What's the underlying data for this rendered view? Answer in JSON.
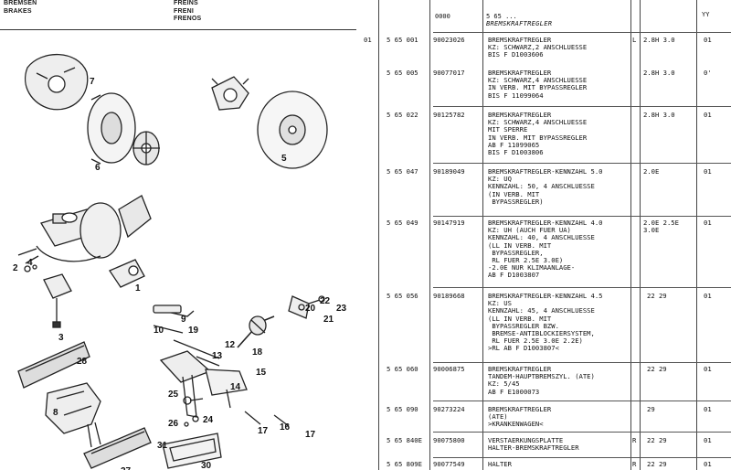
{
  "header": {
    "left": [
      "BREMSEN",
      "BRAKES"
    ],
    "right": [
      "FREINS",
      "FRENI",
      "FRENOS"
    ]
  },
  "callouts": [
    "7",
    "6",
    "5",
    "2",
    "4",
    "1",
    "3",
    "9",
    "10",
    "19",
    "12",
    "13",
    "18",
    "20",
    "22",
    "21",
    "23",
    "28",
    "15",
    "14",
    "25",
    "24",
    "26",
    "17",
    "16",
    "17",
    "8",
    "31",
    "30",
    "27"
  ],
  "table": {
    "header": {
      "code": "0000",
      "group": "5 65 ...",
      "title": "BREMSKRAFTREGLER",
      "yy": "YY"
    },
    "rows": [
      {
        "pos": "01",
        "ref": "5 65 001",
        "part": "90023026",
        "desc": "BREMSKRAFTREGLER\nKZ: SCHWARZ,2 ANSCHLUESSE\nBIS F D1003606",
        "flag": "L",
        "models": "2.8H 3.0",
        "qty": "01"
      },
      {
        "pos": "",
        "ref": "5 65 005",
        "part": "90077017",
        "desc": "BREMSKRAFTREGLER\nKZ: SCHWARZ,4 ANSCHLUESSE\nIN VERB. MIT BYPASSREGLER\nBIS F 11099064",
        "flag": "",
        "models": "2.8H 3.0",
        "qty": "0'"
      },
      {
        "pos": "",
        "ref": "5 65 022",
        "part": "90125782",
        "desc": "BREMSKRAFTREGLER\nKZ: SCHWARZ,4 ANSCHLUESSE\nMIT SPERRE\nIN VERB. MIT BYPASSREGLER\nAB F 11099065\nBIS F D1003806",
        "flag": "",
        "models": "2.8H 3.0",
        "qty": "01"
      },
      {
        "pos": "",
        "ref": "5 65 047",
        "part": "90189049",
        "desc": "BREMSKRAFTREGLER-KENNZAHL 5.0\nKZ: UQ\nKENNZAHL: 50, 4 ANSCHLUESSE\n(IN VERB. MIT\n BYPASSREGLER)",
        "flag": "",
        "models": "2.0E",
        "qty": "01"
      },
      {
        "pos": "",
        "ref": "5 65 049",
        "part": "90147919",
        "desc": "BREMSKRAFTREGLER-KENNZAHL 4.0\nKZ: UH (AUCH FUER UA)\nKENNZAHL: 40, 4 ANSCHLUESSE\n(LL IN VERB. MIT\n BYPASSREGLER,\n RL FUER 2.5E 3.0E)\n-2.0E NUR KLIMAANLAGE-\nAB F D1003807",
        "flag": "",
        "models": "2.0E 2.5E\n3.0E",
        "qty": "01"
      },
      {
        "pos": "",
        "ref": "5 65 056",
        "part": "90189668",
        "desc": "BREMSKRAFTREGLER-KENNZAHL 4.5\nKZ: US\nKENNZAHL: 45, 4 ANSCHLUESSE\n(LL IN VERB. MIT\n BYPASSREGLER BZW.\n BREMSE-ANTIBLOCKIERSYSTEM,\n RL FUER 2.5E 3.0E 2.2E)\n>RL AB F D1003807<",
        "flag": "",
        "models": "22 29",
        "qty": "01"
      },
      {
        "pos": "",
        "ref": "5 65 060",
        "part": "90006875",
        "desc": "BREMSKRAFTREGLER\nTANDEM-HAUPTBREMSZYL. (ATE)\nKZ: 5/45\nAB F E1000073",
        "flag": "",
        "models": "22 29",
        "qty": "01"
      },
      {
        "pos": "",
        "ref": "5 65 090",
        "part": "90273224",
        "desc": "BREMSKRAFTREGLER\n(ATE)\n>KRANKENWAGEN<",
        "flag": "",
        "models": "29",
        "qty": "01"
      },
      {
        "pos": "",
        "ref": "5 65 840E",
        "part": "90075800",
        "desc": "VERSTAERKUNGSPLATTE\nHALTER-BREMSKRAFTREGLER",
        "flag": "R",
        "models": "22 29",
        "qty": "01"
      },
      {
        "pos": "",
        "ref": "5 65 809E",
        "part": "90077549",
        "desc": "HALTER",
        "flag": "R",
        "models": "22 29",
        "qty": "01"
      }
    ]
  }
}
